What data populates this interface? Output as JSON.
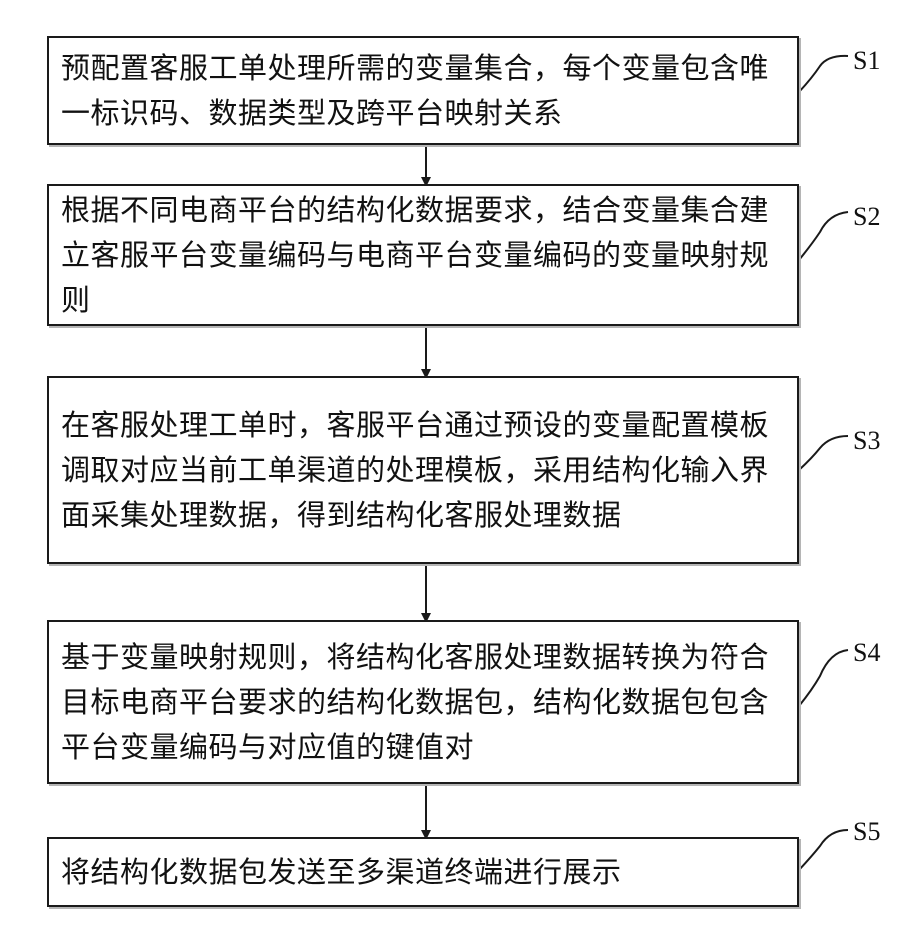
{
  "steps": [
    {
      "id": "S1",
      "text": "预配置客服工单处理所需的变量集合，每个变量包含唯一标识码、数据类型及跨平台映射关系"
    },
    {
      "id": "S2",
      "text": "根据不同电商平台的结构化数据要求，结合变量集合建立客服平台变量编码与电商平台变量编码的变量映射规则"
    },
    {
      "id": "S3",
      "text": "在客服处理工单时，客服平台通过预设的变量配置模板调取对应当前工单渠道的处理模板，采用结构化输入界面采集处理数据，得到结构化客服处理数据"
    },
    {
      "id": "S4",
      "text": "基于变量映射规则，将结构化客服处理数据转换为符合目标电商平台要求的结构化数据包，结构化数据包包含平台变量编码与对应值的键值对"
    },
    {
      "id": "S5",
      "text": "将结构化数据包发送至多渠道终端进行展示"
    }
  ],
  "edges": [
    {
      "from": "S1",
      "to": "S2"
    },
    {
      "from": "S2",
      "to": "S3"
    },
    {
      "from": "S3",
      "to": "S4"
    },
    {
      "from": "S4",
      "to": "S5"
    }
  ]
}
